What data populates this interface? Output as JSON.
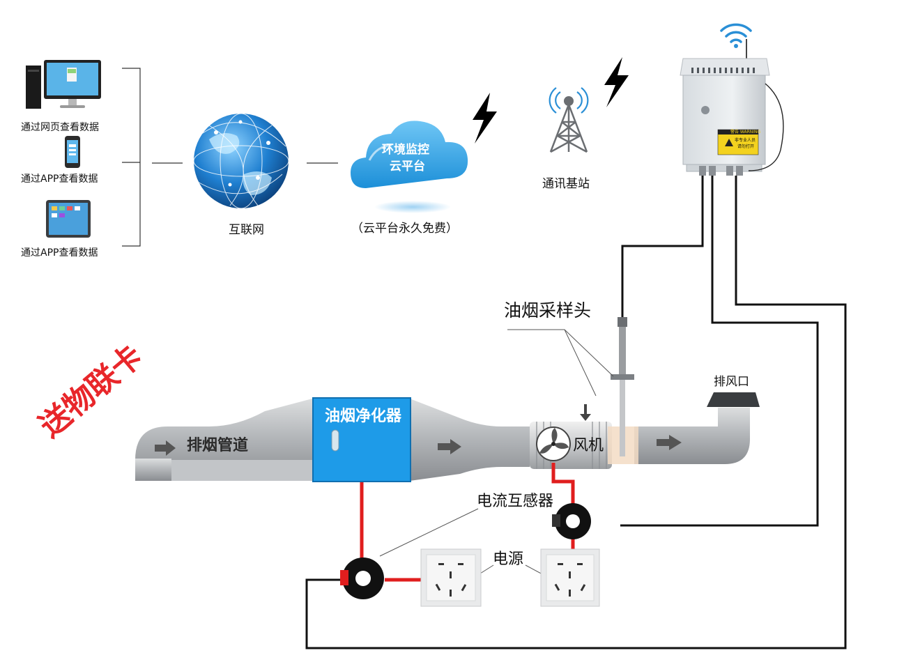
{
  "clients": [
    {
      "label": "通过网页查看数据",
      "device": "desktop-computer"
    },
    {
      "label": "通过APP查看数据",
      "device": "smartphone"
    },
    {
      "label": "通过APP查看数据",
      "device": "tablet"
    }
  ],
  "internet": {
    "label": "互联网",
    "icon": "globe-icon"
  },
  "cloud": {
    "line1": "环境监控",
    "line2": "云平台",
    "note": "（云平台永久免费）",
    "icon": "cloud-icon"
  },
  "base_station": {
    "label": "通讯基站",
    "icon": "cell-tower-icon"
  },
  "monitor_box": {
    "warning_title": "警告 WARNING",
    "warning_text1": "非专业人员",
    "warning_text2": "请勿打开",
    "icon": "monitor-box-icon"
  },
  "probe": {
    "label": "油烟采样头"
  },
  "exhaust_outlet": {
    "label": "排风口"
  },
  "duct": {
    "label": "排烟管道"
  },
  "purifier": {
    "label": "油烟净化器"
  },
  "fan": {
    "label": "风机",
    "icon": "fan-icon"
  },
  "current_sensor": {
    "label": "电流互感器"
  },
  "power": {
    "label": "电源",
    "icon": "socket-icon"
  },
  "watermark": {
    "text": "送物联卡"
  },
  "colors": {
    "cable_red": "#e01e1e",
    "cable_black": "#111111",
    "purifier_blue": "#1e9be8",
    "duct_gray": "#a8abb0",
    "watermark_red": "#e8262a",
    "bolt_black": "#000000"
  }
}
